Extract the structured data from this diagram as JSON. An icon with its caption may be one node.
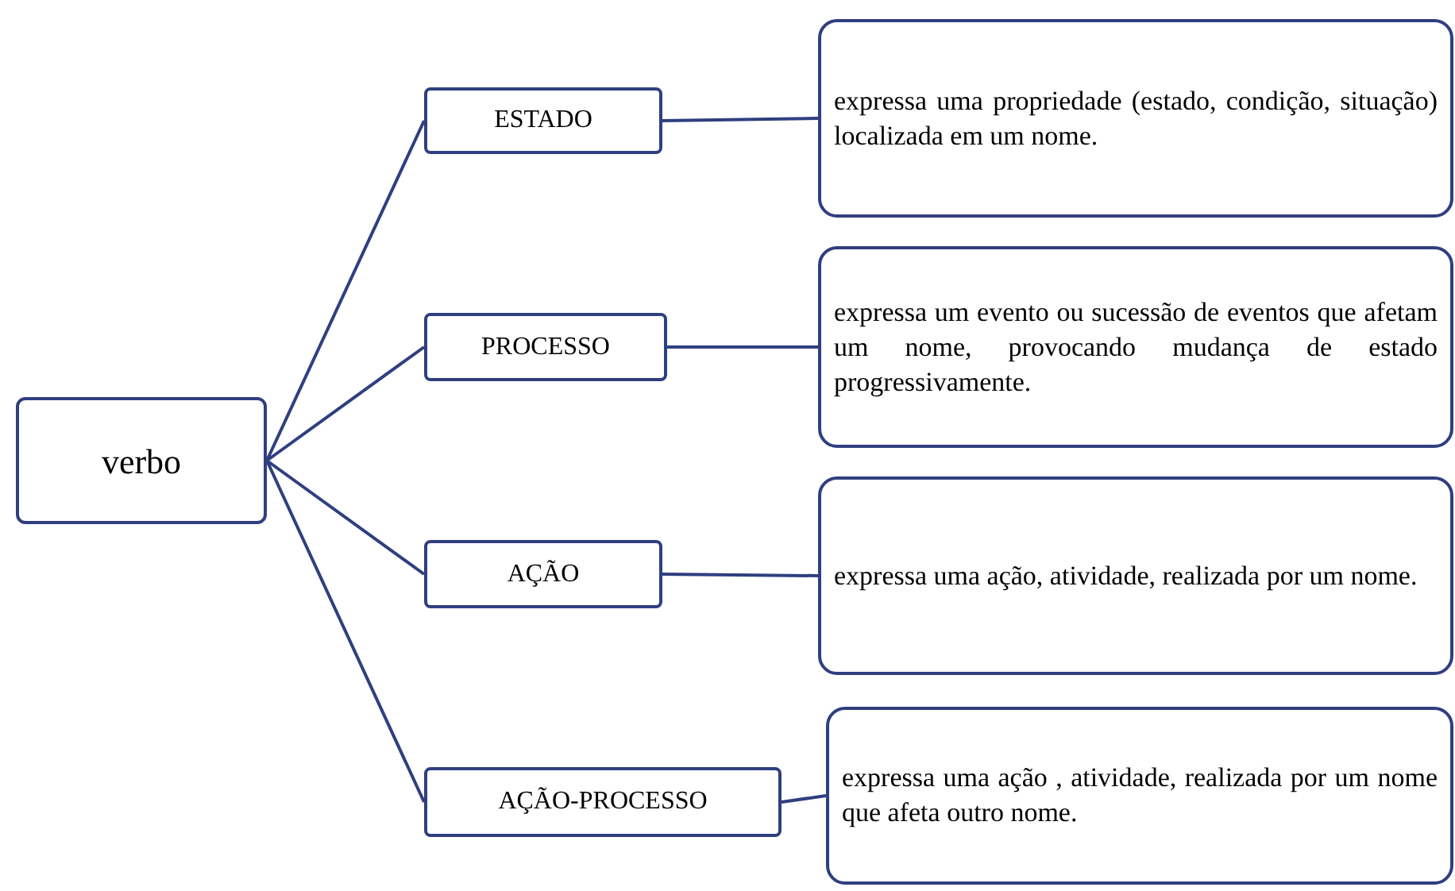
{
  "diagram": {
    "nodes": [
      {
        "text": [
          "verbo"
        ]
      },
      {
        "text": [
          "ESTADO"
        ]
      },
      {
        "text": [
          "expressa uma propriedade (estado, condição, situação) localizada em um nome."
        ]
      },
      {
        "text": [
          "PROCESSO"
        ]
      },
      {
        "text": [
          "expressa um evento ou sucessão de eventos que afetam um nome, provocando mudança de estado progressivamente."
        ]
      },
      {
        "text": [
          "AÇÃO"
        ]
      },
      {
        "text": [
          "expressa uma ação, atividade, realizada por um nome."
        ]
      },
      {
        "text": [
          "AÇÃO-PROCESSO"
        ]
      },
      {
        "text": [
          "expressa uma ação , atividade, realizada por um nome que afeta outro nome."
        ]
      }
    ],
    "edges": [
      {
        "from": 0,
        "to": 1,
        "arrow": "none"
      },
      {
        "from": 0,
        "to": 3,
        "arrow": "none"
      },
      {
        "from": 0,
        "to": 5,
        "arrow": "none"
      },
      {
        "from": 0,
        "to": 7,
        "arrow": "none"
      },
      {
        "from": 1,
        "to": 2,
        "arrow": "none"
      },
      {
        "from": 3,
        "to": 4,
        "arrow": "none"
      },
      {
        "from": 5,
        "to": 6,
        "arrow": "none"
      },
      {
        "from": 7,
        "to": 8,
        "arrow": "none"
      }
    ]
  }
}
